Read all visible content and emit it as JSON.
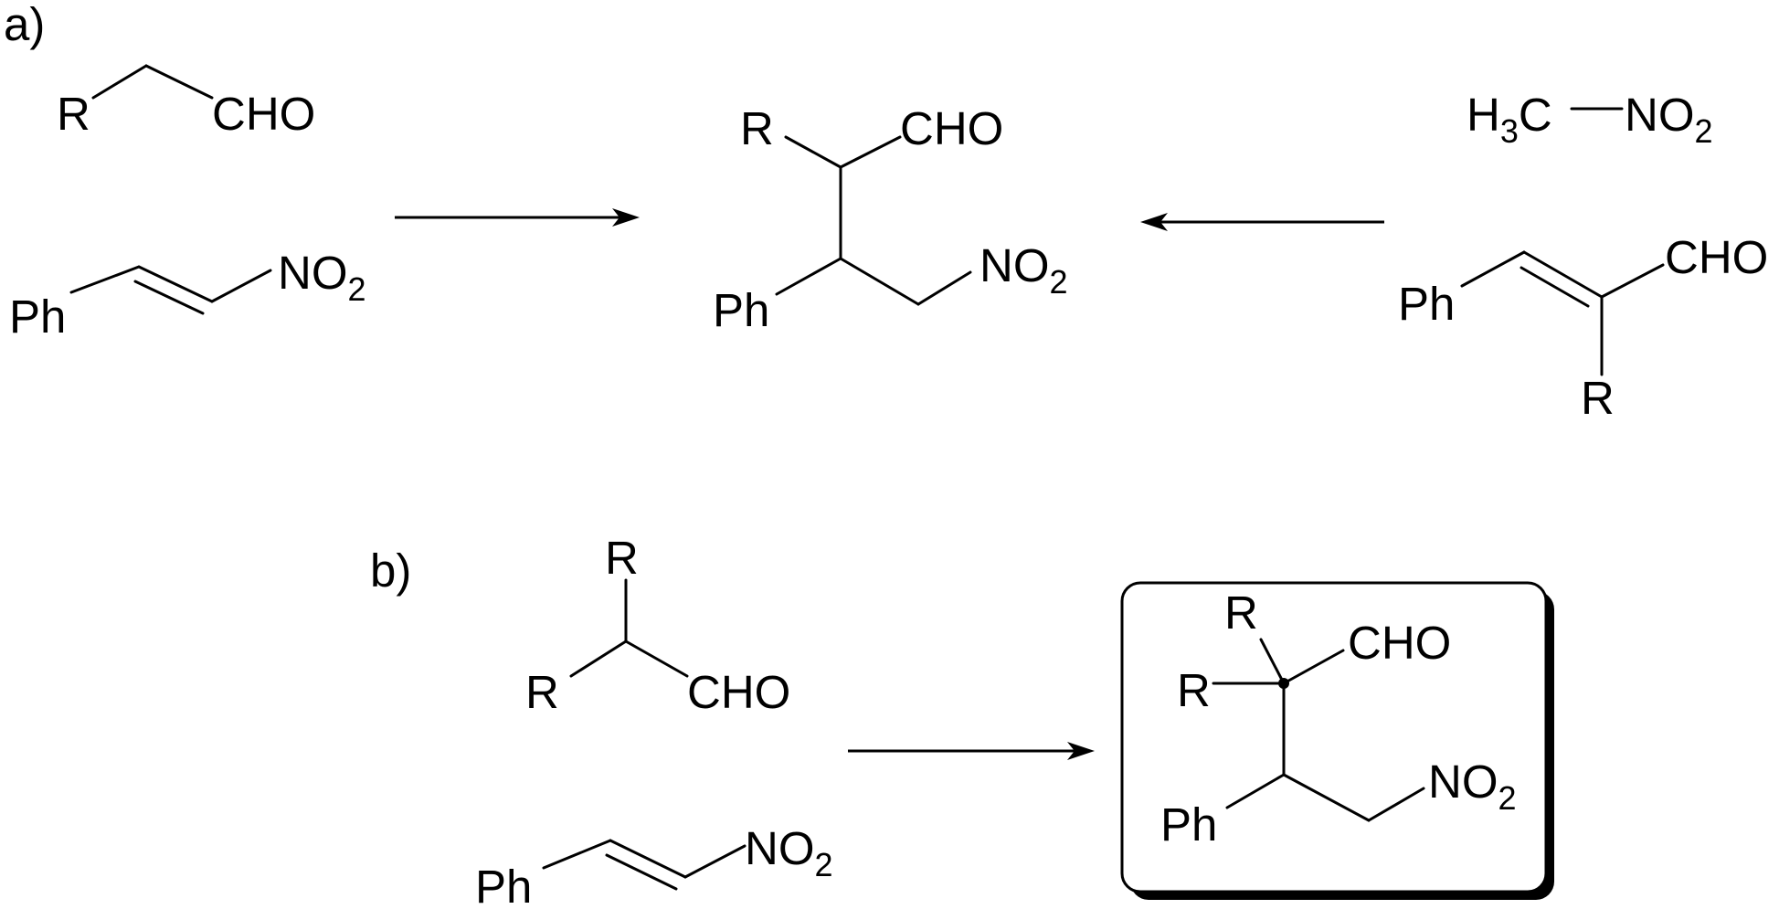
{
  "panels": {
    "a": {
      "label": "a)",
      "reactant1": {
        "r": "R",
        "cho": "CHO"
      },
      "reactant2": {
        "ph": "Ph",
        "no2_main": "NO",
        "no2_sub": "2"
      },
      "product": {
        "r": "R",
        "cho": "CHO",
        "ph": "Ph",
        "no2_main": "NO",
        "no2_sub": "2"
      },
      "reagent_right": {
        "h3c_h": "H",
        "h3c_sub": "3",
        "h3c_c": "C",
        "no2_main": "NO",
        "no2_sub": "2"
      },
      "enal": {
        "ph": "Ph",
        "cho": "CHO",
        "r": "R"
      }
    },
    "b": {
      "label": "b)",
      "reactant1": {
        "r_top": "R",
        "r_left": "R",
        "cho": "CHO"
      },
      "reactant2": {
        "ph": "Ph",
        "no2_main": "NO",
        "no2_sub": "2"
      },
      "product": {
        "r_top": "R",
        "r_left": "R",
        "cho": "CHO",
        "ph": "Ph",
        "no2_main": "NO",
        "no2_sub": "2"
      }
    }
  }
}
